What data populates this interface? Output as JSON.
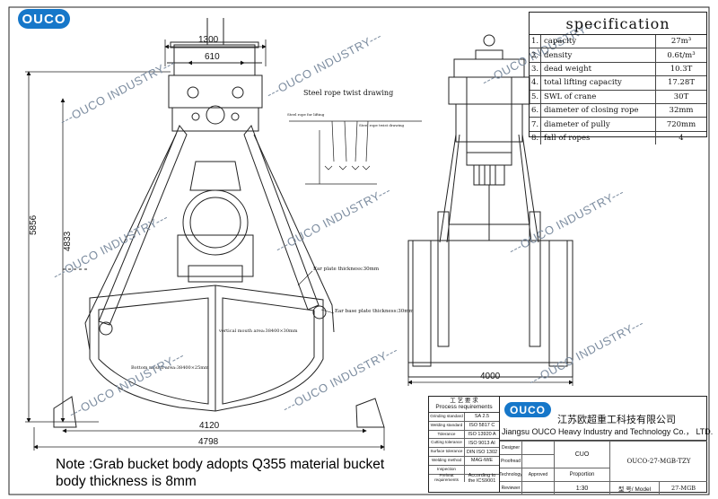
{
  "logo": "OUCO",
  "watermark": "---OUCO INDUSTRY---",
  "specification": {
    "title": "specification",
    "rows": [
      {
        "no": "1.",
        "name": "capacity",
        "value": "27m³"
      },
      {
        "no": "2.",
        "name": "density",
        "value": "0.6t/m³"
      },
      {
        "no": "3.",
        "name": "dead weight",
        "value": "10.3T"
      },
      {
        "no": "4.",
        "name": "total lifting capacity",
        "value": "17.28T"
      },
      {
        "no": "5.",
        "name": "SWL of crane",
        "value": "30T"
      },
      {
        "no": "6.",
        "name": "diameter of closing rope",
        "value": "32mm"
      },
      {
        "no": "7.",
        "name": "diameter of pully",
        "value": "720mm"
      },
      {
        "no": "8.",
        "name": "fall of ropes",
        "value": "4"
      }
    ]
  },
  "dimensions": {
    "top_width": "1300",
    "top_inner_width": "610",
    "total_height": "5856",
    "inner_height": "4833",
    "open_width": "4798",
    "closed_width": "4120",
    "side_width": "4000"
  },
  "labels": {
    "rope_drawing": "Steel rope twist drawing",
    "rope_lifting": "Steel rope for lifting",
    "rope_twist": "Steel rope twist drawing",
    "ear_plate": "Ear plate thickness:30mm",
    "ear_base": "Ear base plate thickness:30mm",
    "vertical_mouth": "vertical mouth area:38400×30mm",
    "bottom_mouth": "Bottom mouth area:38400×25mm"
  },
  "note": "Note :Grab bucket body adopts Q355 material bucket body thickness is 8mm",
  "process": {
    "title_cn": "工 艺 要 求",
    "title": "Process requirements",
    "rows": [
      {
        "key": "Grinding standard",
        "value": "SA  2.5"
      },
      {
        "key": "Welding standard",
        "value": "ISO  5817  C"
      },
      {
        "key": "Tolerance",
        "value": "ISO  13920  A"
      },
      {
        "key": "Cutting tolerance",
        "value": "ISO  9013  AI"
      },
      {
        "key": "Surface tolerance",
        "value": "DIN  ISO  1302"
      },
      {
        "key": "Welding method",
        "value": "MAG-M/E"
      },
      {
        "key": "Inspection",
        "value": ""
      },
      {
        "key": "Preheat requirements",
        "value": "According to the ICS9001"
      }
    ]
  },
  "title_block": {
    "logo": "OUCO",
    "company_cn": "江苏欧超重工科技有限公司",
    "company_en": "Jiangsu OUCO Heavy Industry and Technology Co.， LTD.",
    "drawing_no": "OUCO-27-MGB-TZY",
    "scale": "1:30",
    "proportion": "Proportion",
    "model_label": "型 号/ Model",
    "model": "27-MGB",
    "designer": "Designer",
    "proofread": "Proofread",
    "technology": "Technology",
    "approved": "Approved",
    "reviewer": "Reviewer",
    "cuo": "CUO"
  }
}
